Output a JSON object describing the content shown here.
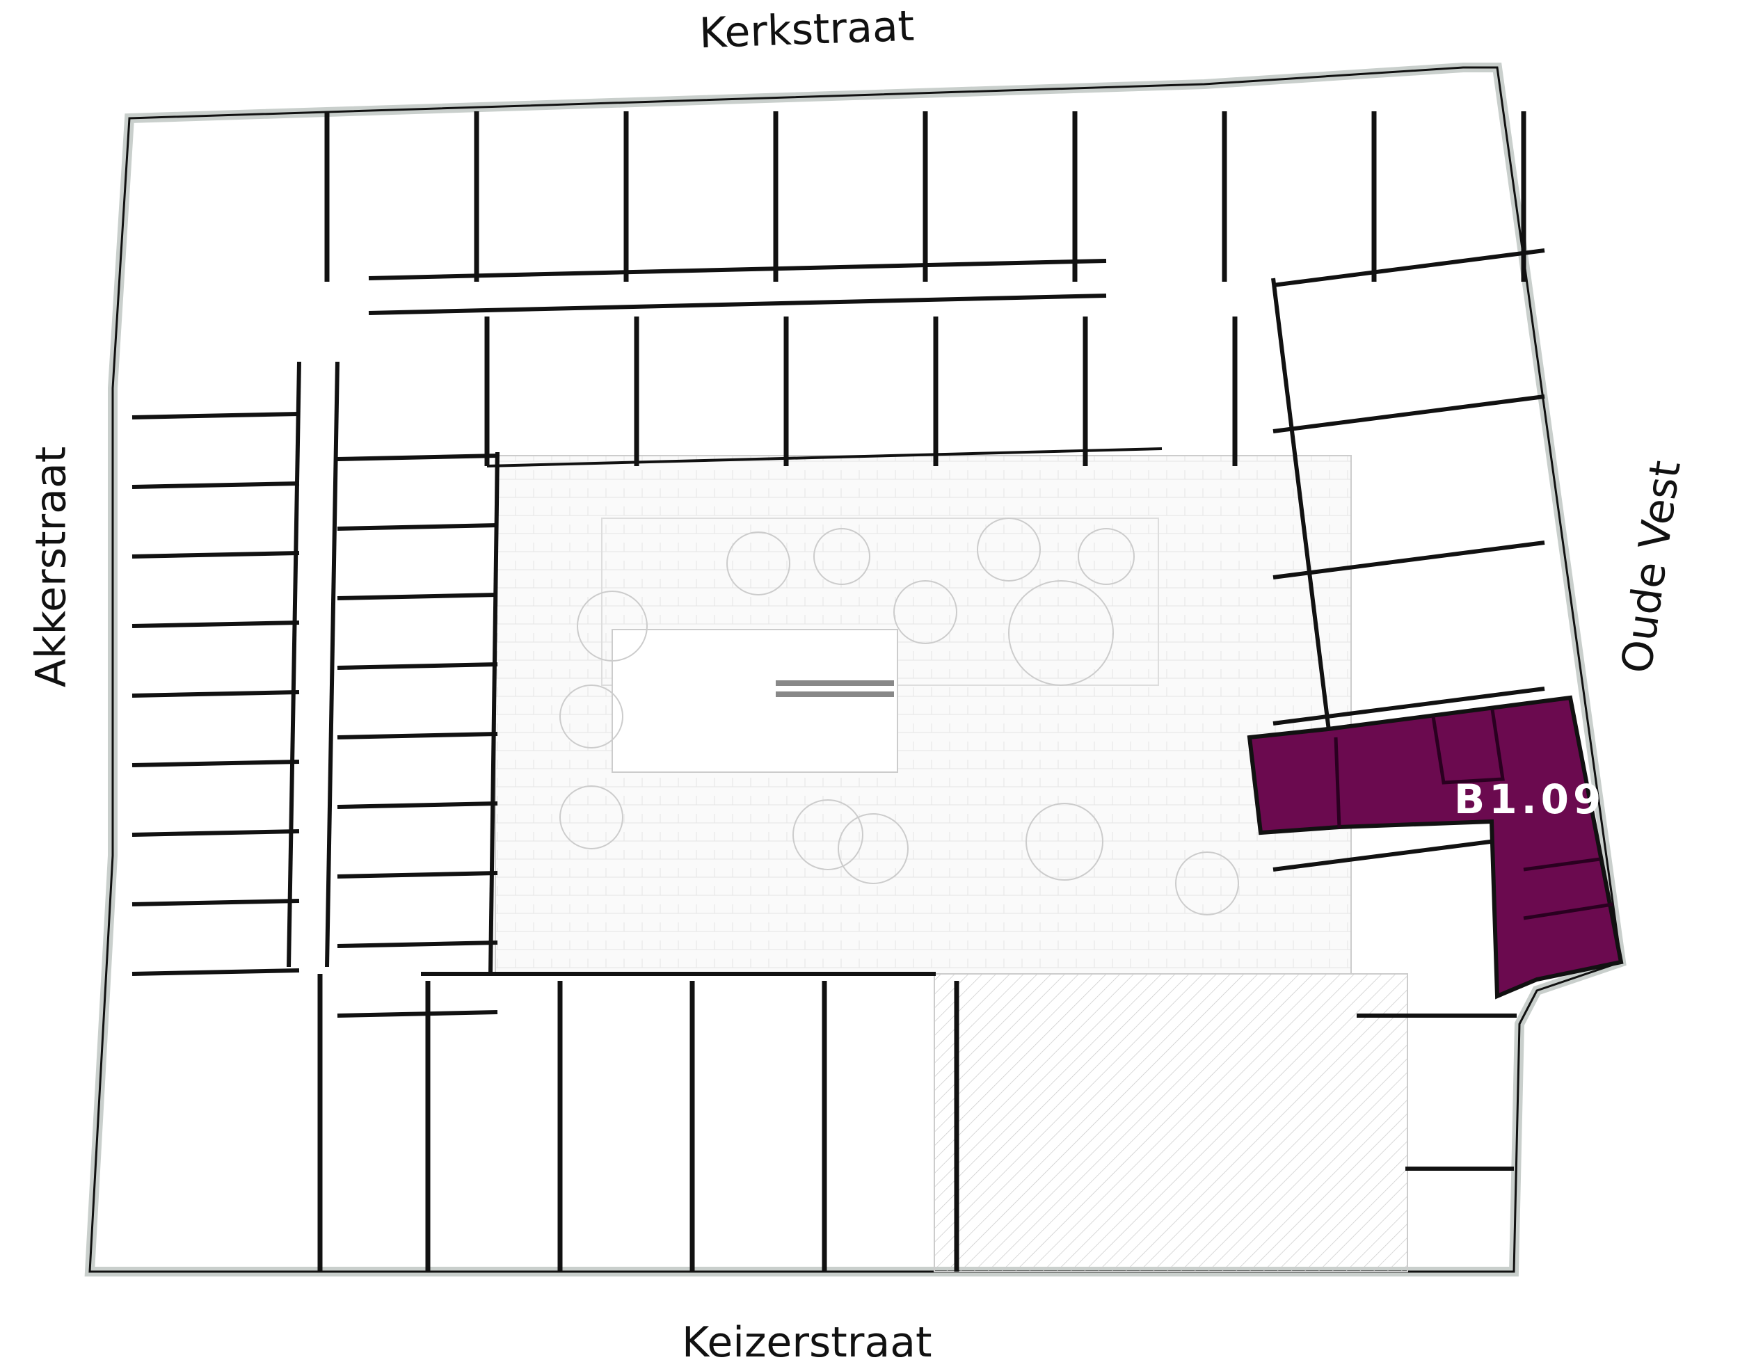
{
  "streets": {
    "north": "Kerkstraat",
    "west": "Akkerstraat",
    "east": "Oude Vest",
    "south": "Keizerstraat"
  },
  "highlighted_unit": {
    "label": "B1.09",
    "color": "#6b0a4f"
  },
  "colors": {
    "wall": "#111111",
    "facade": "#c9cfcc",
    "courtyard_lines": "#d6d6d6"
  }
}
